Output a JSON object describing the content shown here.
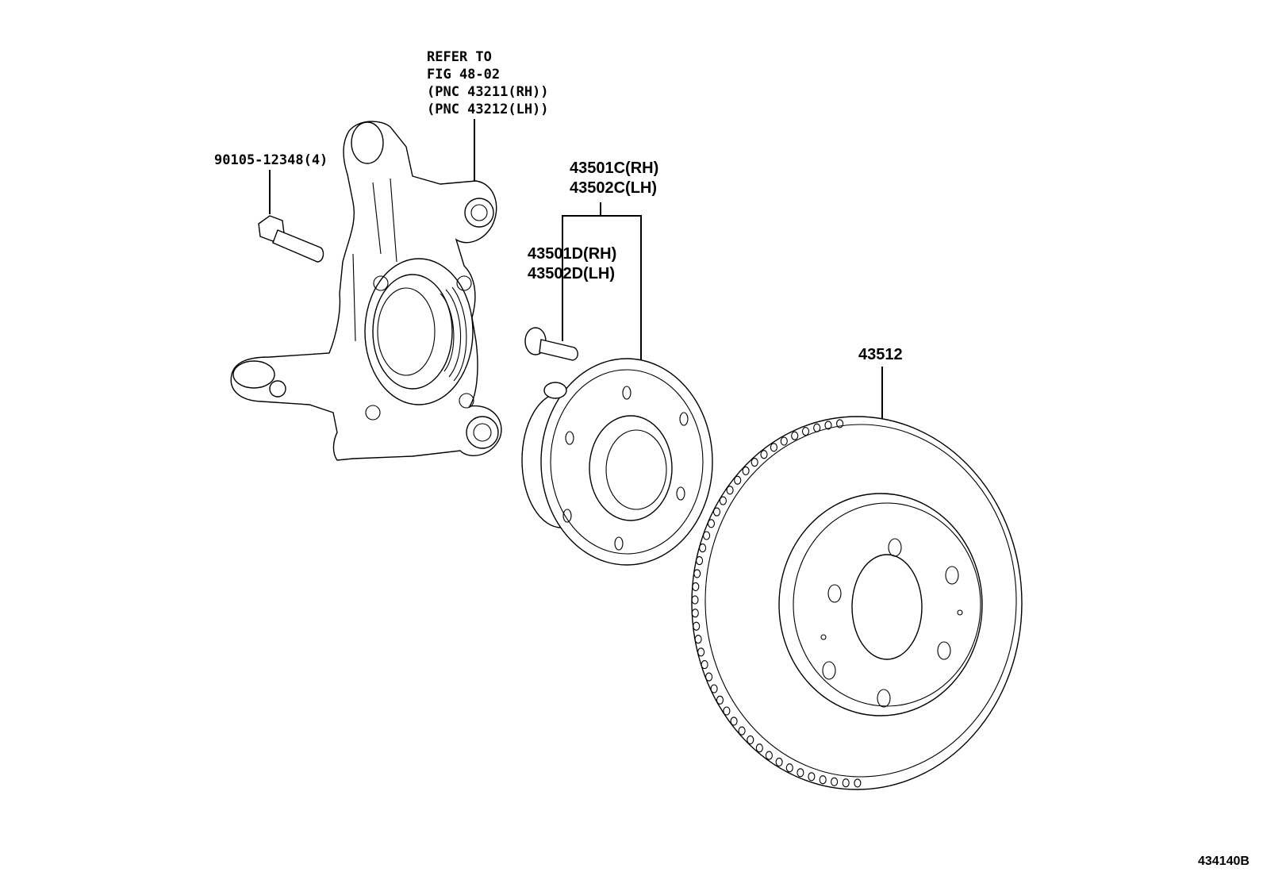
{
  "labels": {
    "refer_line1": "REFER TO",
    "refer_line2": "FIG 48-02",
    "refer_line3": "(PNC 43211(RH))",
    "refer_line4": "(PNC 43212(LH))",
    "bolt_part": "90105-12348(4)",
    "hub_rh": "43501C(RH)",
    "hub_lh": "43502C(LH)",
    "bearing_rh": "43501D(RH)",
    "bearing_lh": "43502D(LH)",
    "disc": "43512"
  },
  "figure_id": "434140B"
}
